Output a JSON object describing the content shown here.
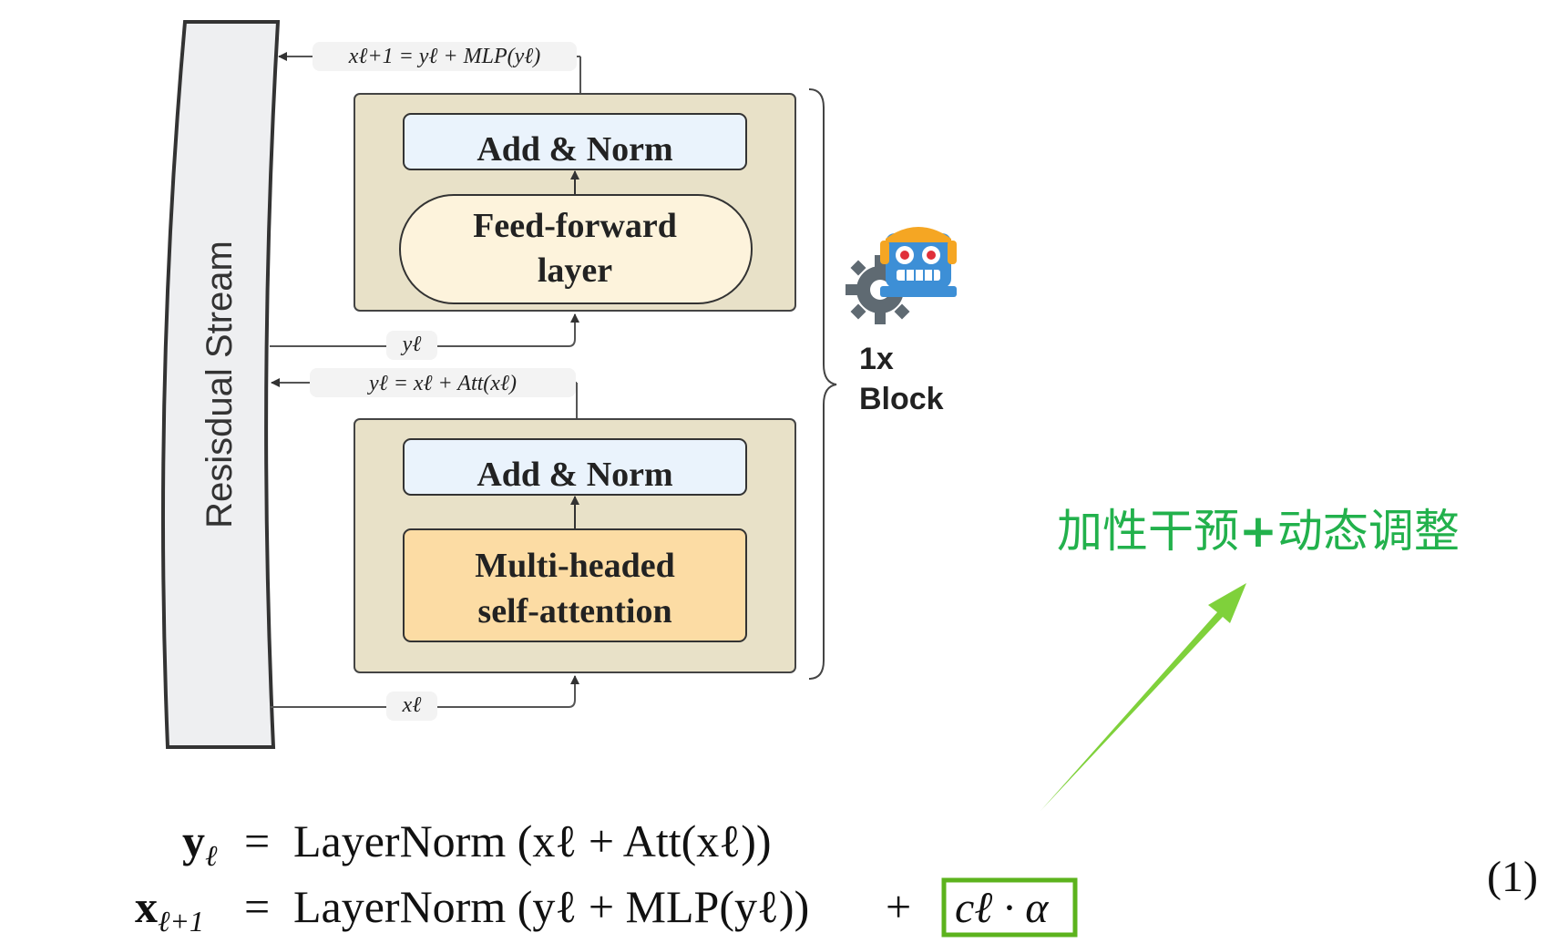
{
  "diagram": {
    "residual_stream_label": "Resisdual Stream",
    "top_output_label": "xℓ+1 = yℓ + MLP(yℓ)",
    "mid_output_label": "yℓ = xℓ + Att(xℓ)",
    "y_tag": "yℓ",
    "x_tag": "xℓ",
    "upper_block": {
      "add_norm": "Add & Norm",
      "ffn_line1": "Feed-forward",
      "ffn_line2": "layer"
    },
    "lower_block": {
      "add_norm": "Add & Norm",
      "attn_line1": "Multi-headed",
      "attn_line2": "self-attention"
    },
    "block_count_line1": "1x",
    "block_count_line2": "Block",
    "robot_icon": "robot-gear-icon"
  },
  "annotation": {
    "text_part1": "加性干预",
    "plus": "+",
    "text_part2": "动态调整",
    "color": "#22b14c",
    "arrow_color": "#7fd13b"
  },
  "equations": {
    "line1_lhs": "y",
    "line1_lhs_sub": "ℓ",
    "line1_eq": "=",
    "line1_rhs": "LayerNorm (xℓ + Att(xℓ))",
    "line2_lhs": "x",
    "line2_lhs_sub": "ℓ+1",
    "line2_eq": "=",
    "line2_rhs": "LayerNorm (yℓ + MLP(yℓ))",
    "line2_plus": "+",
    "boxed_term": "cℓ · α",
    "boxed_color": "#5cb31d",
    "number": "(1)"
  },
  "colors": {
    "block_bg": "#e8e1c8",
    "add_norm_bg": "#eaf3fc",
    "ffn_bg": "#fdf3dc",
    "attn_bg": "#fcdca4",
    "stream_bg": "#eeeff1"
  }
}
